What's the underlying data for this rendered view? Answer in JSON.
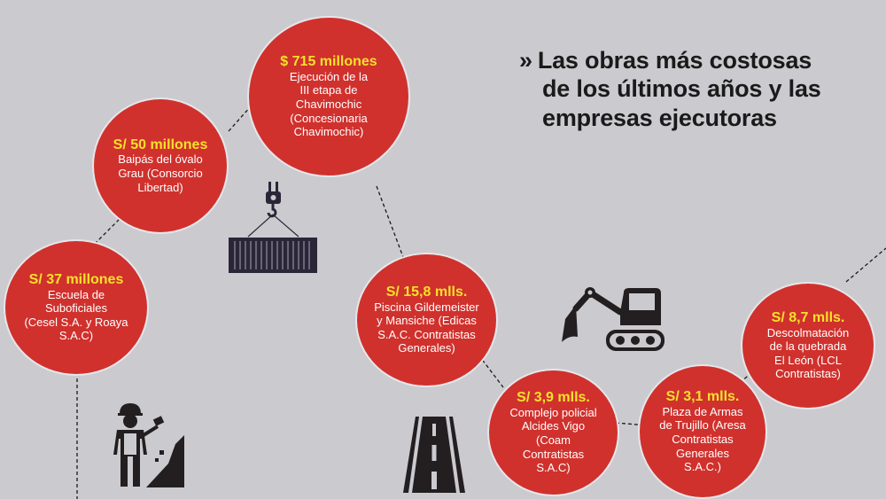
{
  "title": {
    "chevron": "»",
    "lines": [
      "Las obras más costosas",
      "de los últimos años y las",
      "empresas ejecutoras"
    ]
  },
  "colors": {
    "background": "#cbcbcf",
    "bubble": "#d0312d",
    "amount": "#f5e12a",
    "text": "#ffffff",
    "icon": "#231f20"
  },
  "works": [
    {
      "amount": "S/ 37 millones",
      "description": "Escuela de\nSuboficiales\n(Cesel S.A. y Roaya\nS.A.C)"
    },
    {
      "amount": "S/ 50 millones",
      "description": "Baipás del óvalo\nGrau (Consorcio\nLibertad)"
    },
    {
      "amount": "$ 715 millones",
      "description": "Ejecución de la\nIII etapa de\nChavimochic\n(Concesionaria\nChavimochic)"
    },
    {
      "amount": "S/ 15,8 mlls.",
      "description": "Piscina Gildemeister\ny Mansiche (Edicas\nS.A.C. Contratistas\nGenerales)"
    },
    {
      "amount": "S/ 3,9 mlls.",
      "description": "Complejo policial\nAlcides Vigo\n(Coam\nContratistas\nS.A.C)"
    },
    {
      "amount": "S/ 3,1 mlls.",
      "description": "Plaza de Armas\nde Trujillo (Aresa\nContratistas\nGenerales\nS.A.C.)"
    },
    {
      "amount": "S/ 8,7 mlls.",
      "description": "Descolmatación\nde la quebrada\nEl León (LCL\nContratistas)"
    }
  ],
  "icons": [
    "crane-container-icon",
    "excavator-icon",
    "construction-worker-icon",
    "road-icon"
  ]
}
